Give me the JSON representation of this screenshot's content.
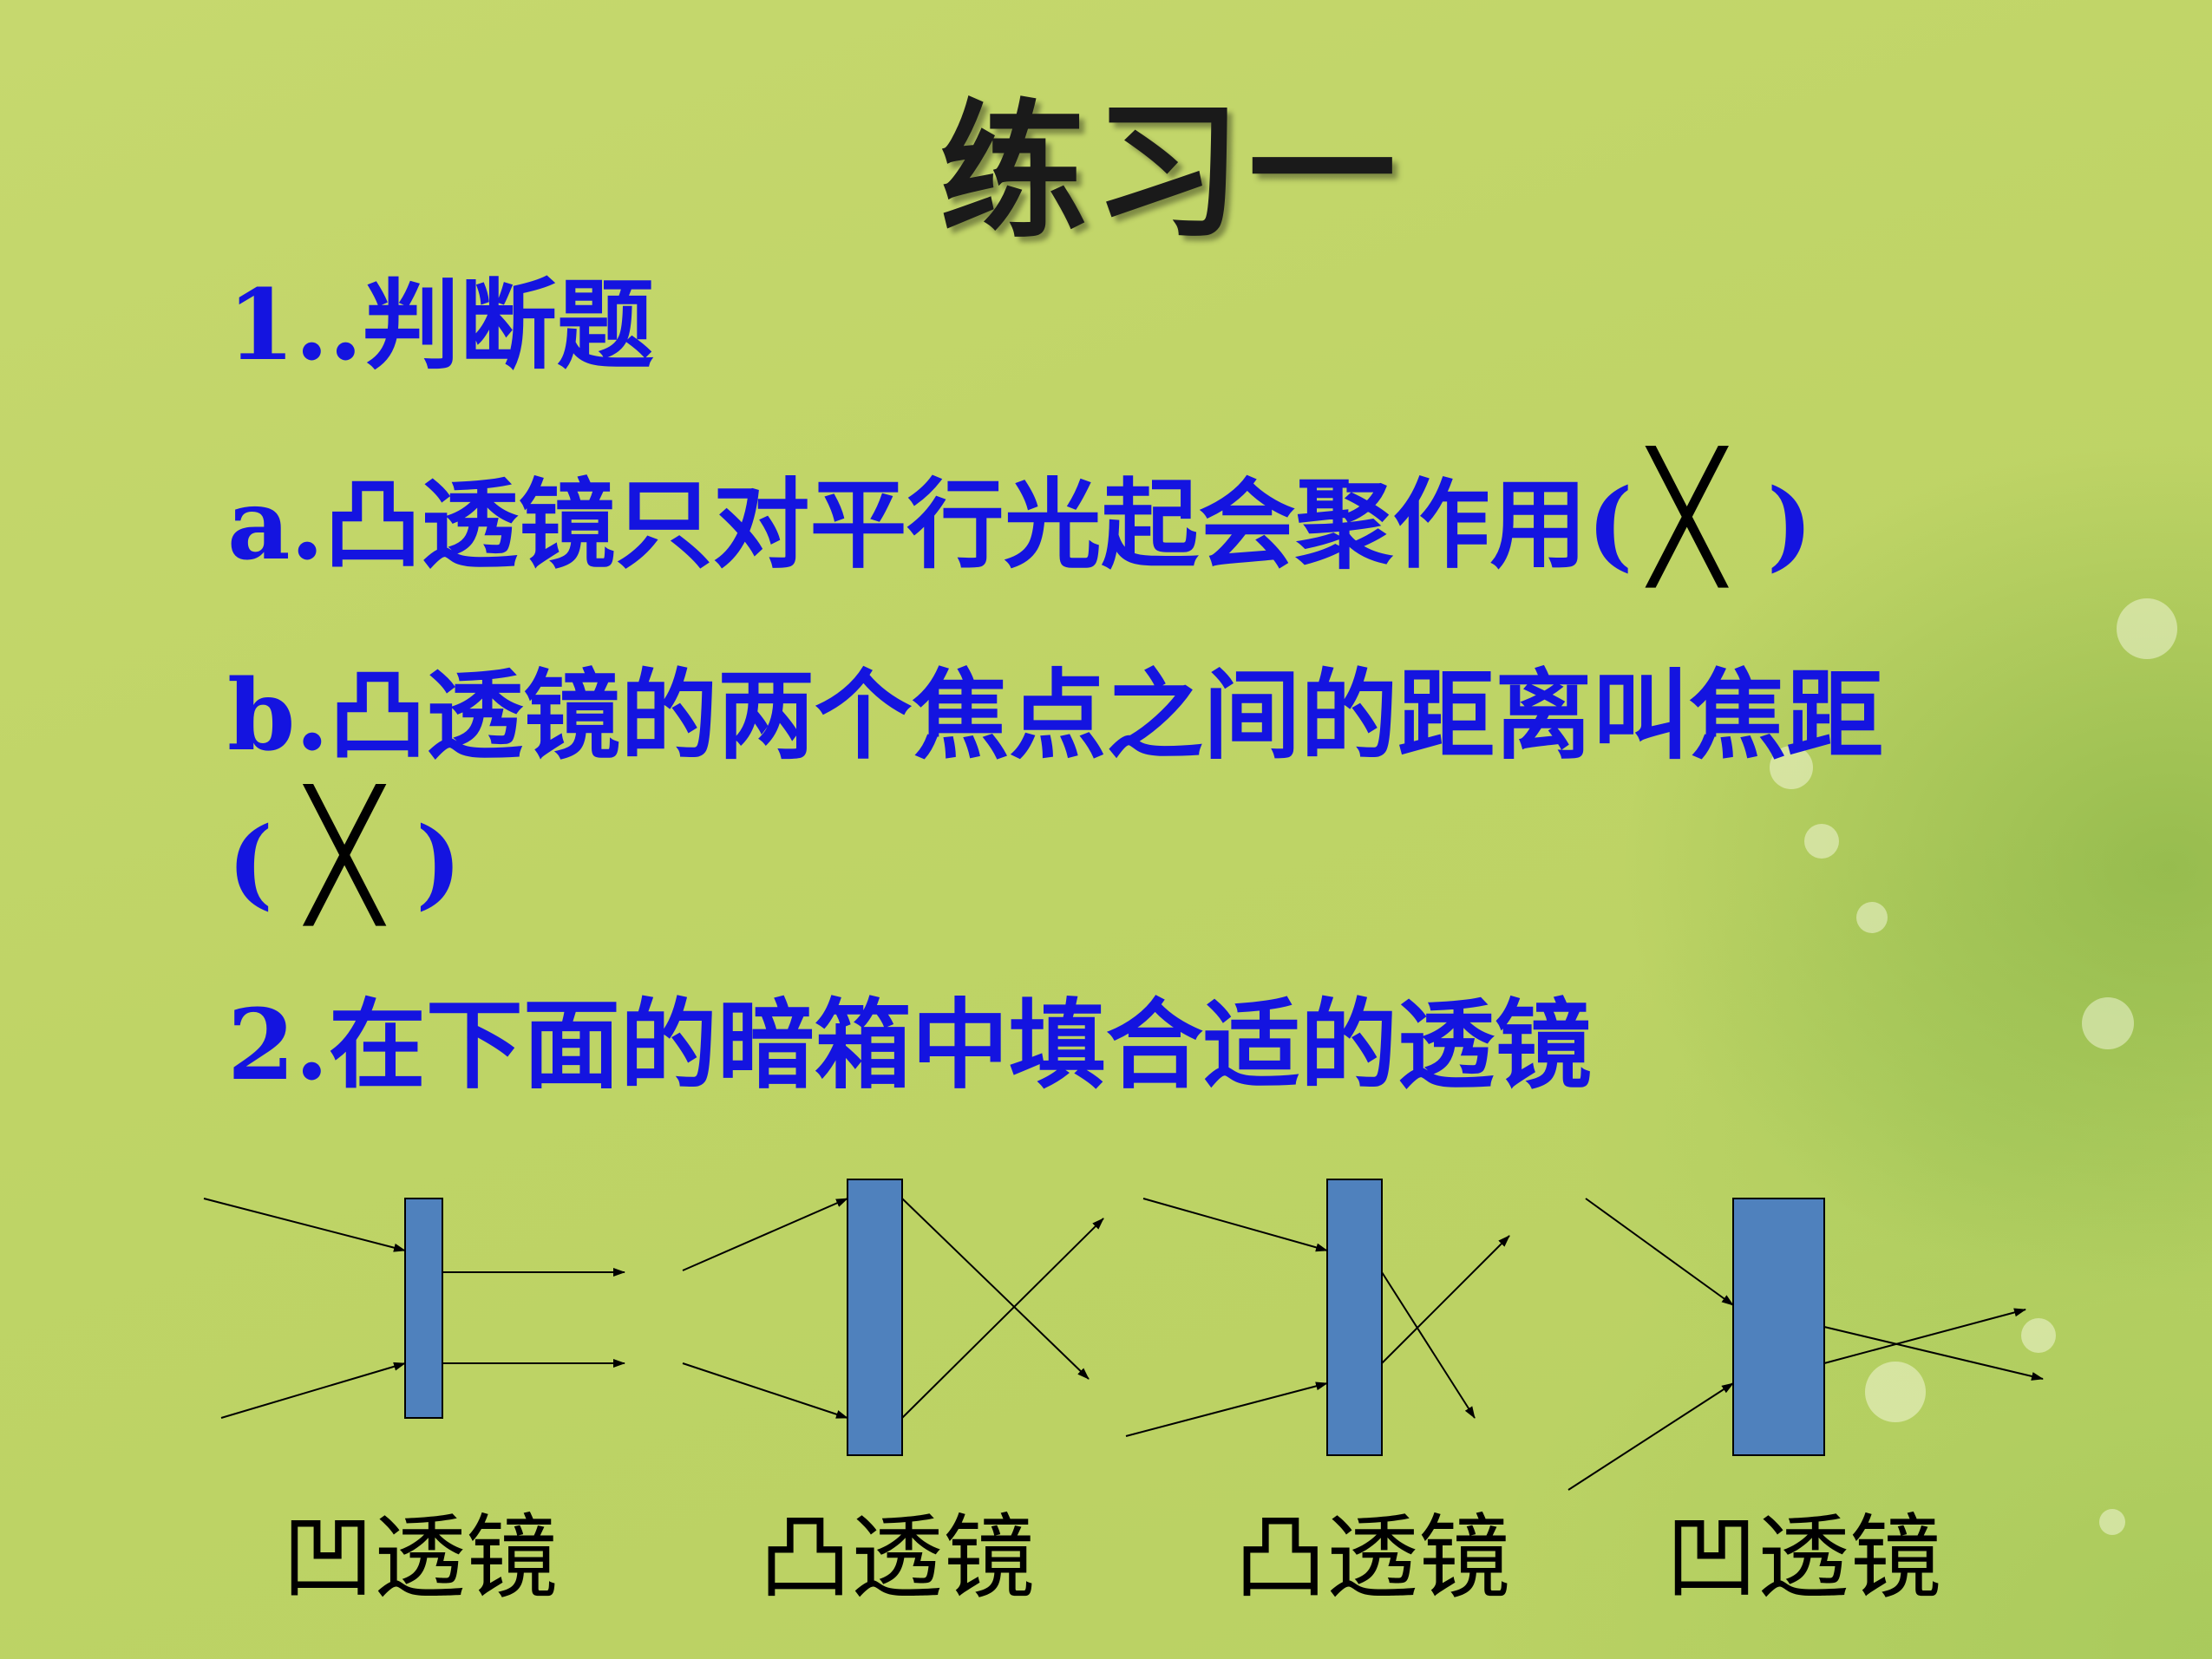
{
  "title": "练习一",
  "section1": {
    "heading": "1..判断题"
  },
  "q_a": {
    "text": "a.凸透镜只对平行光起会聚作用(",
    "mark": "╳",
    "close": ")"
  },
  "q_b": {
    "text": "b.凸透镜的两个焦点之间的距离叫焦距",
    "open": "(",
    "mark": "╳",
    "close": ")"
  },
  "section2": {
    "heading": "2.在下面的暗箱中填合适的透镜"
  },
  "lenses": [
    "凹透镜",
    "凸透镜",
    "凸透镜",
    "凹透镜"
  ],
  "colors": {
    "box": "#4f81bd",
    "question_text": "#1414e0",
    "title": "#1a1a1a",
    "background": "#bcd264"
  }
}
